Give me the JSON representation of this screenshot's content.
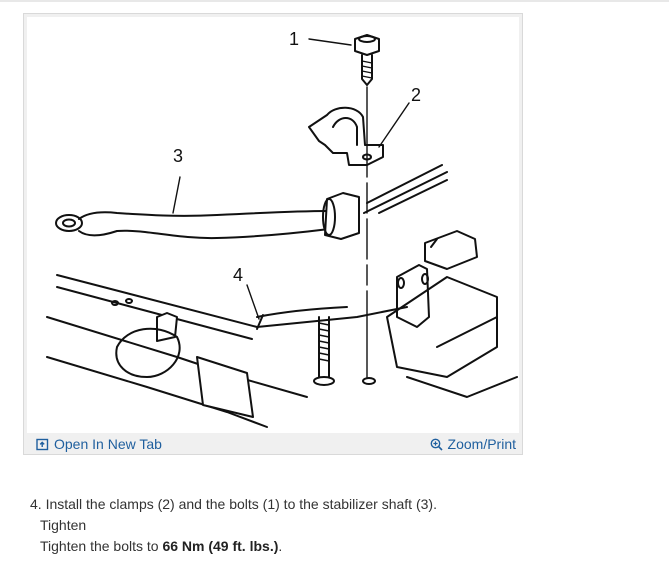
{
  "figure": {
    "callouts": [
      "1",
      "2",
      "3",
      "4"
    ],
    "open_link_label": "Open In New Tab",
    "open_icon": "open-in-new-tab-icon",
    "zoom_link_label": "Zoom/Print",
    "zoom_icon": "zoom-magnifier-icon",
    "link_color": "#1f5f9e"
  },
  "instructions": {
    "step_text": "4. Install the clamps (2) and the bolts (1) to the stabilizer shaft (3).",
    "tighten_label": "Tighten",
    "torque_prefix": "Tighten the bolts to ",
    "torque_value": "66 Nm (49 ft. lbs.)",
    "torque_suffix": "."
  }
}
